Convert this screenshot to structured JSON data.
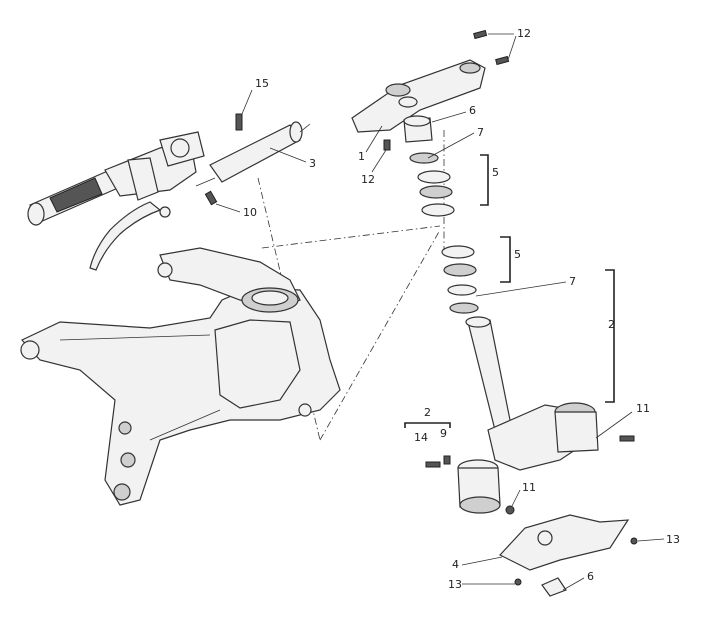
{
  "diagram": {
    "callouts": [
      {
        "id": "c12a",
        "text": "12"
      },
      {
        "id": "c6a",
        "text": "6"
      },
      {
        "id": "c7a",
        "text": "7"
      },
      {
        "id": "c1",
        "text": "1"
      },
      {
        "id": "c12b",
        "text": "12"
      },
      {
        "id": "c5a",
        "text": "5"
      },
      {
        "id": "c15",
        "text": "15"
      },
      {
        "id": "c3",
        "text": "3"
      },
      {
        "id": "c10",
        "text": "10"
      },
      {
        "id": "c5b",
        "text": "5"
      },
      {
        "id": "c7b",
        "text": "7"
      },
      {
        "id": "c2a",
        "text": "2"
      },
      {
        "id": "c11a",
        "text": "11"
      },
      {
        "id": "c2b",
        "text": "2"
      },
      {
        "id": "c14",
        "text": "14"
      },
      {
        "id": "c9",
        "text": "9"
      },
      {
        "id": "c11b",
        "text": "11"
      },
      {
        "id": "c13a",
        "text": "13"
      },
      {
        "id": "c4",
        "text": "4"
      },
      {
        "id": "c13b",
        "text": "13"
      },
      {
        "id": "c6b",
        "text": "6"
      }
    ]
  }
}
